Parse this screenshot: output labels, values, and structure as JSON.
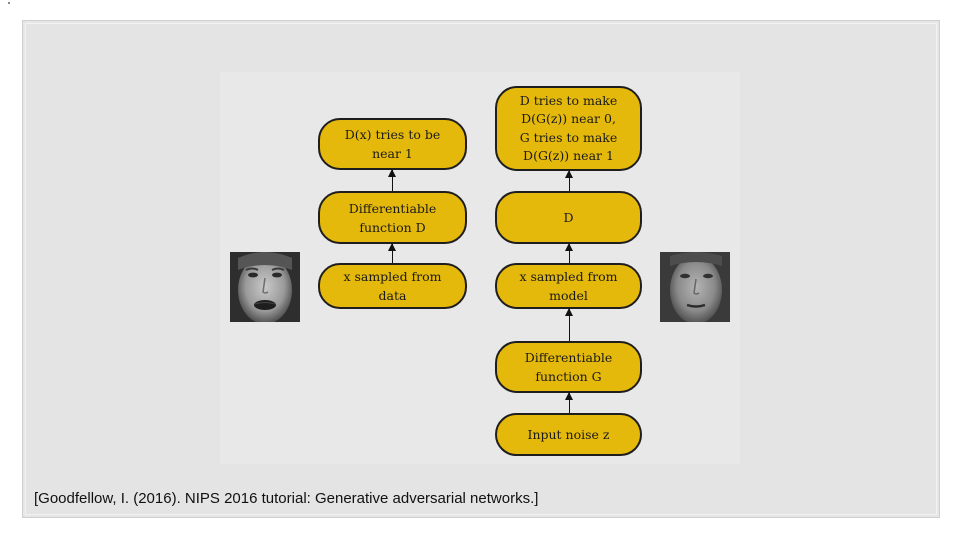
{
  "diagram": {
    "left_column": {
      "top": "D(x) tries to be\nnear 1",
      "middle": "Differentiable\nfunction D",
      "bottom": "x sampled from\ndata"
    },
    "right_column": {
      "top": "D tries to make\nD(G(z)) near 0,\nG tries to make\nD(G(z)) near 1",
      "d_box": "D",
      "sample": "x sampled from\nmodel",
      "generator": "Differentiable\nfunction G",
      "noise": "Input noise z"
    }
  },
  "citation": "[Goodfellow, I. (2016). NIPS 2016 tutorial: Generative adversarial networks.]"
}
